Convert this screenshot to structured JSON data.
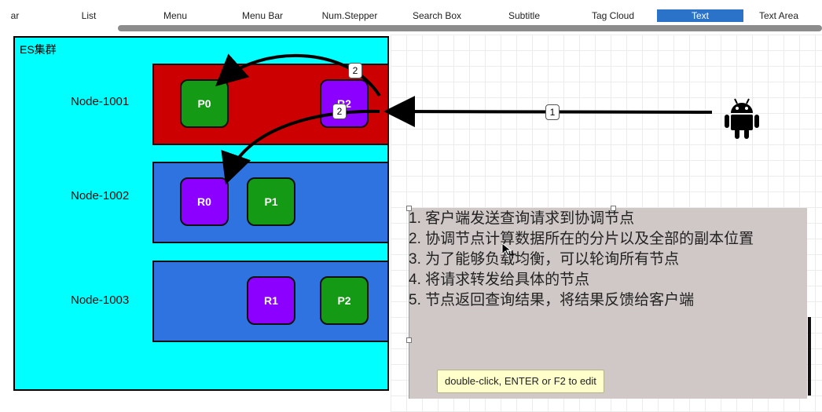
{
  "toolbar": {
    "tabs": [
      {
        "label": "ar"
      },
      {
        "label": "List"
      },
      {
        "label": "Menu"
      },
      {
        "label": "Menu Bar"
      },
      {
        "label": "Num.Stepper"
      },
      {
        "label": "Search Box"
      },
      {
        "label": "Subtitle"
      },
      {
        "label": "Tag Cloud"
      },
      {
        "label": "Text",
        "active": true
      },
      {
        "label": "Text Area"
      }
    ]
  },
  "diagram": {
    "cluster_title": "ES集群",
    "nodes": [
      {
        "label": "Node-1001",
        "color": "#cc0000",
        "shards": [
          "P0",
          "R2"
        ]
      },
      {
        "label": "Node-1002",
        "color": "#2f73e0",
        "shards": [
          "R0",
          "P1"
        ]
      },
      {
        "label": "Node-1003",
        "color": "#2f73e0",
        "shards": [
          "R1",
          "P2"
        ]
      }
    ],
    "badges": {
      "request": "1",
      "route_top": "2",
      "route_mid": "2"
    },
    "client_icon": "android-icon"
  },
  "text_panel": {
    "steps": [
      "1. 客户端发送查询请求到协调节点",
      "2. 协调节点计算数据所在的分片以及全部的副本位置",
      "3. 为了能够负载均衡，可以轮询所有节点",
      "4. 将请求转发给具体的节点",
      "5. 节点返回查询结果，将结果反馈给客户端"
    ],
    "tooltip": "double-click, ENTER or F2 to edit"
  },
  "colors": {
    "cluster_bg": "#00ffff",
    "primary_shard": "#149a14",
    "replica_shard": "#8c00ff",
    "active_tab": "#2b73c9"
  }
}
